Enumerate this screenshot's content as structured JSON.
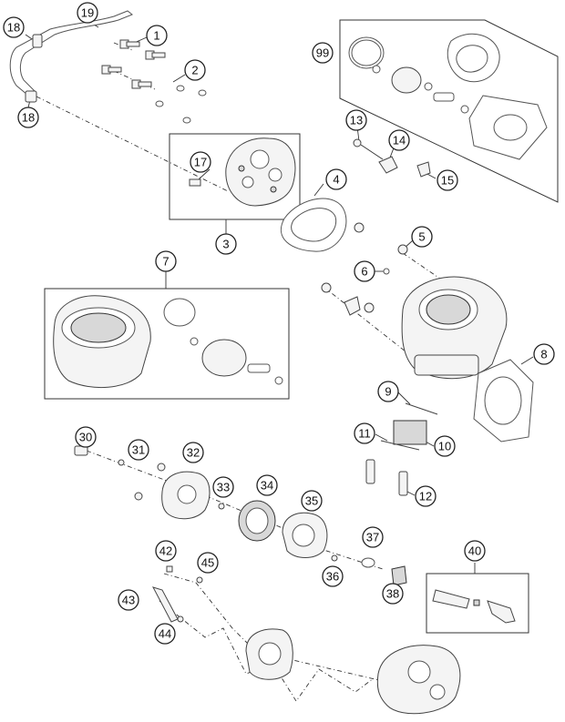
{
  "callouts": {
    "c1": "1",
    "c2": "2",
    "c3": "3",
    "c4": "4",
    "c5": "5",
    "c6": "6",
    "c7": "7",
    "c8": "8",
    "c9": "9",
    "c10": "10",
    "c11": "11",
    "c12": "12",
    "c13": "13",
    "c14": "14",
    "c15": "15",
    "c17": "17",
    "c18a": "18",
    "c18b": "18",
    "c19": "19",
    "c30": "30",
    "c31": "31",
    "c32": "32",
    "c33": "33",
    "c34": "34",
    "c35": "35",
    "c36": "36",
    "c37": "37",
    "c38": "38",
    "c40": "40",
    "c42": "42",
    "c43": "43",
    "c44": "44",
    "c45": "45",
    "c99": "99"
  }
}
